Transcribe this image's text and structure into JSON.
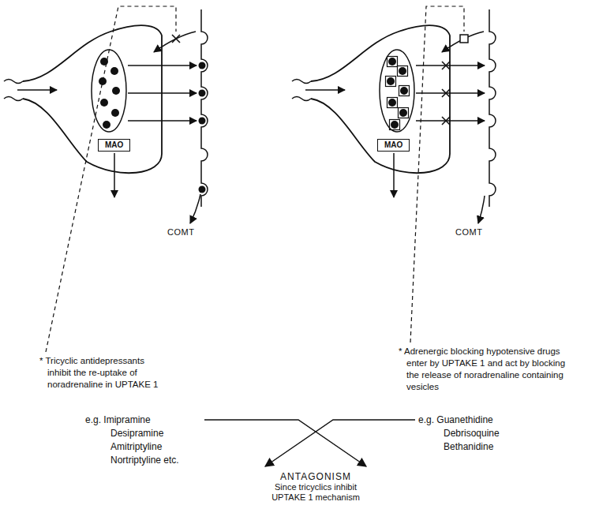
{
  "diagram": {
    "nodes": [
      {
        "text": [
          "MAO"
        ]
      },
      {
        "text": [
          "MAO"
        ]
      },
      {
        "text": [
          "e.g. Imipramine Desipramine Amitriptyline Nortriptyline etc."
        ]
      },
      {
        "text": [
          "e.g. Guanethidine Debrisoquine Bethanidine"
        ]
      },
      {
        "text": [
          "ANTAGONISM",
          "Since tricyclics inhibit UPTAKE 1 mechanism"
        ]
      }
    ],
    "edges": [
      {
        "from": 2,
        "to": 4,
        "arrow": "to"
      },
      {
        "from": 3,
        "to": 4,
        "arrow": "to"
      }
    ],
    "labels": [
      "COMT",
      "COMT",
      "* Tricyclic antidepressants inhibit the re-uptake of noradrenaline in UPTAKE 1",
      "* Adrenergic blocking hypotensive drugs enter by UPTAKE 1 and act by blocking the release of noradrenaline containing vesicles"
    ]
  }
}
